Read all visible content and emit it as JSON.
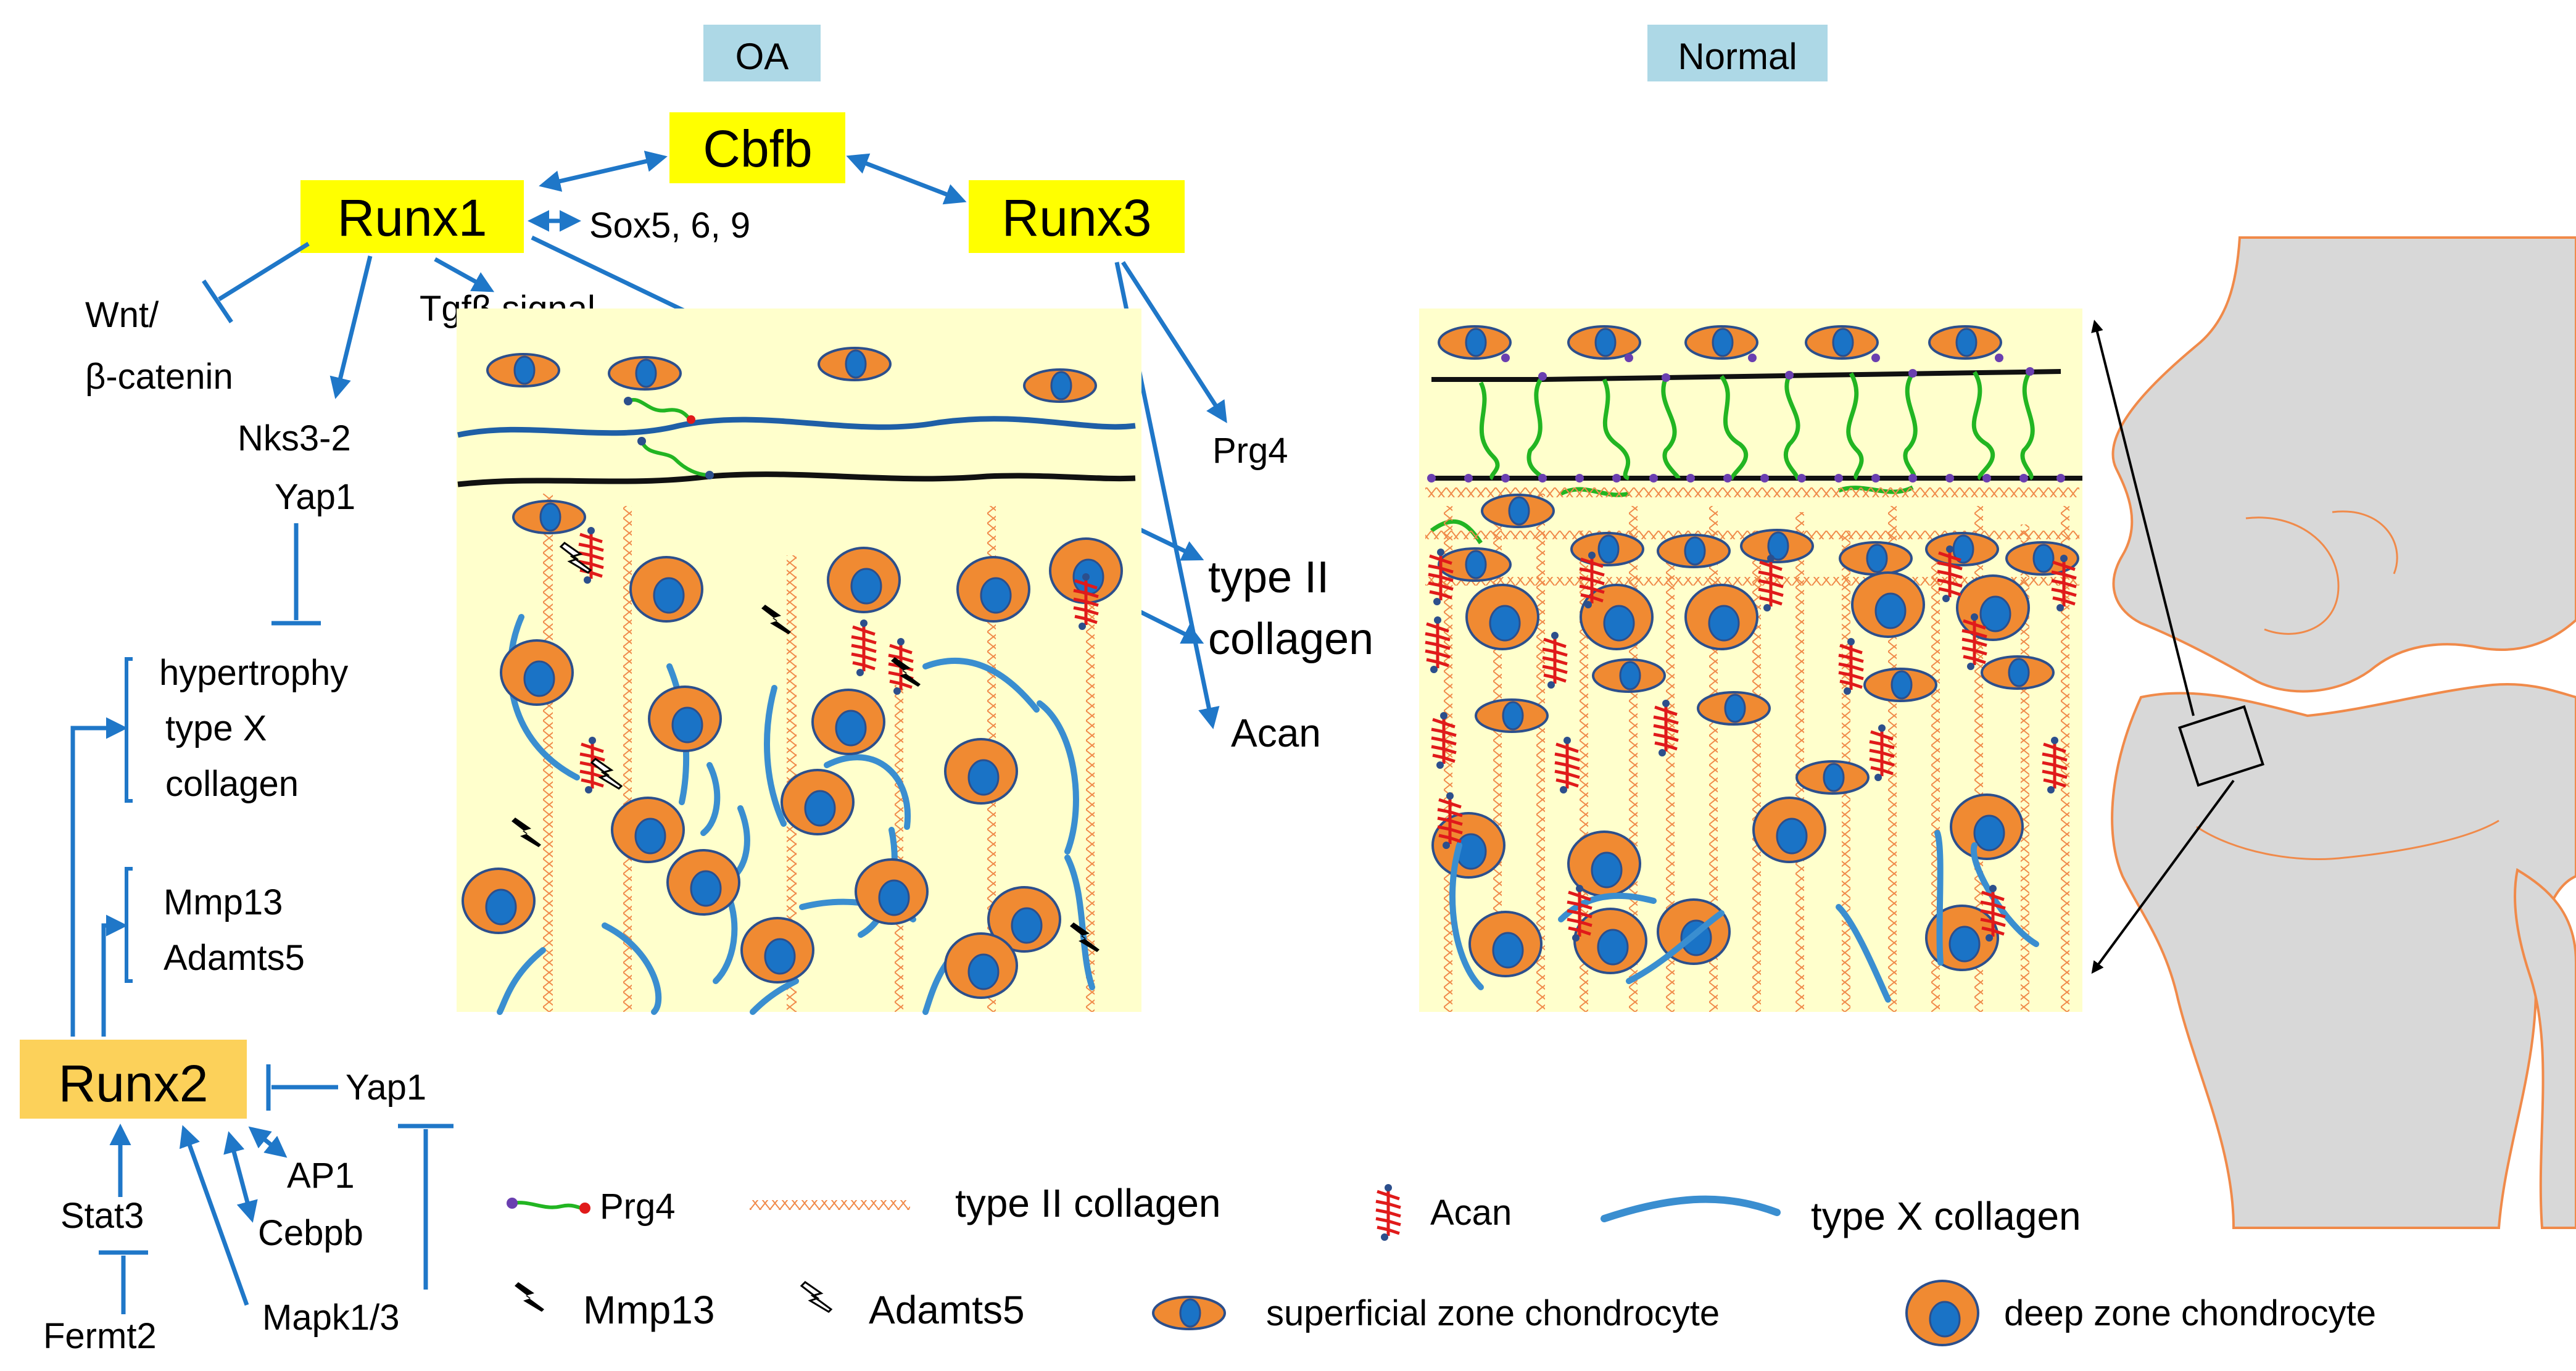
{
  "panels": {
    "oa_label": "OA",
    "normal_label": "Normal"
  },
  "genes": {
    "runx1": "Runx1",
    "cbfb": "Cbfb",
    "runx3": "Runx3",
    "runx2": "Runx2",
    "sox": "Sox5, 6, 9",
    "tgfb_prefix": "Tgf",
    "tgfb_beta": "β",
    "tgfb_suffix": " signal",
    "wnt_line1": "Wnt/",
    "wnt_line2": "β-catenin",
    "nks": "Nks3-2",
    "yap1_a": "Yap1",
    "prg4": "Prg4",
    "type2_line1": "type II",
    "type2_line2": "collagen",
    "acan": "Acan",
    "hyper_line1": "hypertrophy",
    "hyper_line2": "type X",
    "hyper_line3": "collagen",
    "mmp13": "Mmp13",
    "adamts5": "Adamts5",
    "yap1_b": "Yap1",
    "ap1": "AP1",
    "cebpb": "Cebpb",
    "stat3": "Stat3",
    "fermt2": "Fermt2",
    "mapk": "Mapk1/3"
  },
  "legend": {
    "prg4": "Prg4",
    "type2": "type II collagen",
    "acan": "Acan",
    "type10": "type X collagen",
    "mmp13": "Mmp13",
    "adamts5": "Adamts5",
    "superficial": "superficial zone chondrocyte",
    "deep": "deep zone chondrocyte"
  },
  "colors": {
    "arrow": "#1f77c8",
    "runx_box": "#ffff00",
    "runx2_box": "#fcd15a",
    "panel_label_bg": "#add8e6",
    "cartilage_bg": "#ffffcc",
    "cell_orange": "#f08a32",
    "nucleus_blue": "#1a73c6",
    "collagen2": "#f4a66a",
    "collagen10": "#3a8ed0",
    "prg4_green": "#22b522",
    "acan_red": "#e01a1a",
    "bone_grey": "#d8d8d8",
    "bone_outline": "#f08a4a"
  }
}
